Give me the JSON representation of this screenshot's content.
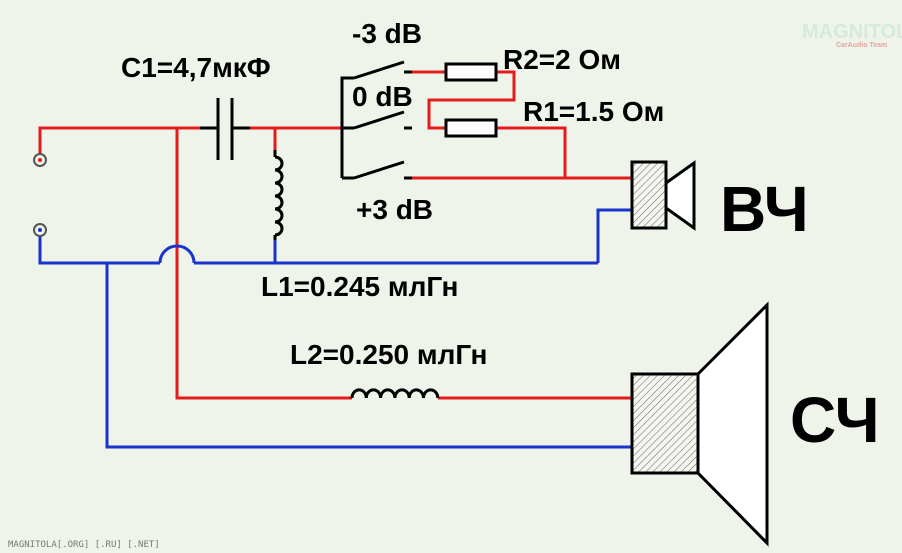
{
  "labels": {
    "c1": "C1=4,7мкФ",
    "l1": "L1=0.245 млГн",
    "l2": "L2=0.250 млГн",
    "r1": "R1=1.5 Ом",
    "r2": "R2=2 Ом",
    "minus3": "-3 dB",
    "zero": "0 dB",
    "plus3": "+3 dB",
    "tweeter": "ВЧ",
    "midrange": "СЧ"
  },
  "watermark": {
    "brand": "MAGNITOLA",
    "tagline": "CarAudio Team",
    "footer": "MAGNITOLA[.ORG] [.RU] [.NET]"
  },
  "colors": {
    "positive": "#e31b1b",
    "negative": "#1a33cc",
    "ink": "#000000",
    "background": "#eef4ea"
  }
}
